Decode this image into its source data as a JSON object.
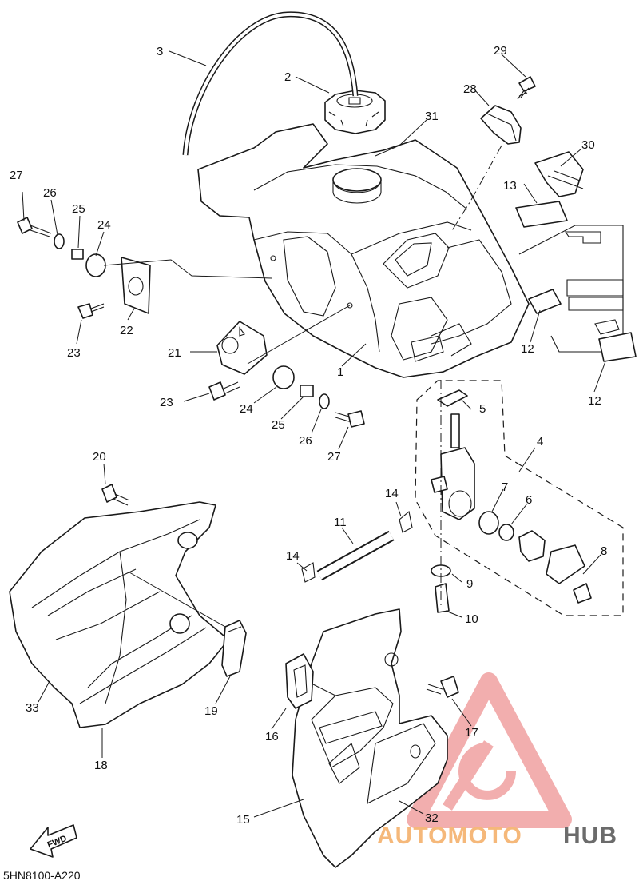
{
  "diagram": {
    "code": "5HN8100-A220",
    "fwd_label": "FWD",
    "callouts": [
      {
        "id": "c1",
        "label": "1"
      },
      {
        "id": "c2",
        "label": "2"
      },
      {
        "id": "c3",
        "label": "3"
      },
      {
        "id": "c4",
        "label": "4"
      },
      {
        "id": "c5",
        "label": "5"
      },
      {
        "id": "c6",
        "label": "6"
      },
      {
        "id": "c7",
        "label": "7"
      },
      {
        "id": "c8",
        "label": "8"
      },
      {
        "id": "c9",
        "label": "9"
      },
      {
        "id": "c10",
        "label": "10"
      },
      {
        "id": "c11",
        "label": "11"
      },
      {
        "id": "c12a",
        "label": "12"
      },
      {
        "id": "c12b",
        "label": "12"
      },
      {
        "id": "c13",
        "label": "13"
      },
      {
        "id": "c14a",
        "label": "14"
      },
      {
        "id": "c14b",
        "label": "14"
      },
      {
        "id": "c15",
        "label": "15"
      },
      {
        "id": "c16",
        "label": "16"
      },
      {
        "id": "c17",
        "label": "17"
      },
      {
        "id": "c18",
        "label": "18"
      },
      {
        "id": "c19",
        "label": "19"
      },
      {
        "id": "c20",
        "label": "20"
      },
      {
        "id": "c21",
        "label": "21"
      },
      {
        "id": "c22",
        "label": "22"
      },
      {
        "id": "c23a",
        "label": "23"
      },
      {
        "id": "c23b",
        "label": "23"
      },
      {
        "id": "c24a",
        "label": "24"
      },
      {
        "id": "c24b",
        "label": "24"
      },
      {
        "id": "c25a",
        "label": "25"
      },
      {
        "id": "c25b",
        "label": "25"
      },
      {
        "id": "c26a",
        "label": "26"
      },
      {
        "id": "c26b",
        "label": "26"
      },
      {
        "id": "c27a",
        "label": "27"
      },
      {
        "id": "c27b",
        "label": "27"
      },
      {
        "id": "c28",
        "label": "28"
      },
      {
        "id": "c29",
        "label": "29"
      },
      {
        "id": "c30",
        "label": "30"
      },
      {
        "id": "c31",
        "label": "31"
      },
      {
        "id": "c32",
        "label": "32"
      },
      {
        "id": "c33",
        "label": "33"
      }
    ]
  },
  "watermark": {
    "part1": "AUTOMOTO",
    "part2": "HUB",
    "color_primary": "#f0a0a0",
    "color_secondary": "#f6c889",
    "color_dark": "#6b6b6b"
  }
}
